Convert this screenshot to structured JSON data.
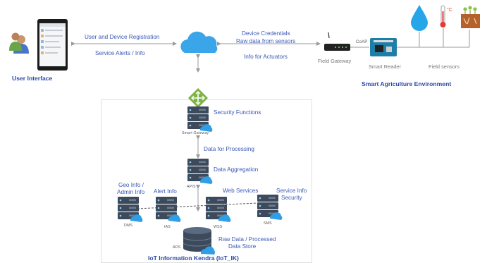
{
  "user_interface": {
    "title": "User Interface"
  },
  "top_left_links": {
    "registration": "User and Device Registration",
    "alerts": "Service Alerts / Info"
  },
  "top_right_links": {
    "credentials": "Device Credentials",
    "raw_data": "Raw data from sensors",
    "actuators": "Info for Actuators"
  },
  "field": {
    "coap": "CoAP",
    "gateway": "Field Gateway",
    "reader": "Smart Reader",
    "sensors": "Field sensors",
    "environment_title": "Smart Agriculture Environment"
  },
  "kendra": {
    "security": "Security  Functions",
    "smart_gateway": "Smart Gateway",
    "data_processing": "Data for Processing",
    "data_aggregation": "Data Aggregation",
    "apis": "APIS",
    "geo_info_line1": "Geo Info /",
    "geo_info_line2": "Admin Info",
    "alert_info": "Alert Info",
    "web_services": "Web Services",
    "service_info_line1": "Service Info",
    "service_info_line2": "Security",
    "dms": "DMS",
    "ias": "IAS",
    "wss": "WSS",
    "sms": "SMS",
    "ads": "ADS",
    "raw_store_line1": "Raw Data / Processed",
    "raw_store_line2": "Data Store",
    "title": "IoT Information Kendra (IoT_IK)"
  },
  "colors": {
    "label_blue": "#3a58b8",
    "server_dark": "#3d4a5c",
    "cloud_blue": "#3aa5e8",
    "gateway_green": "#7cb342"
  }
}
